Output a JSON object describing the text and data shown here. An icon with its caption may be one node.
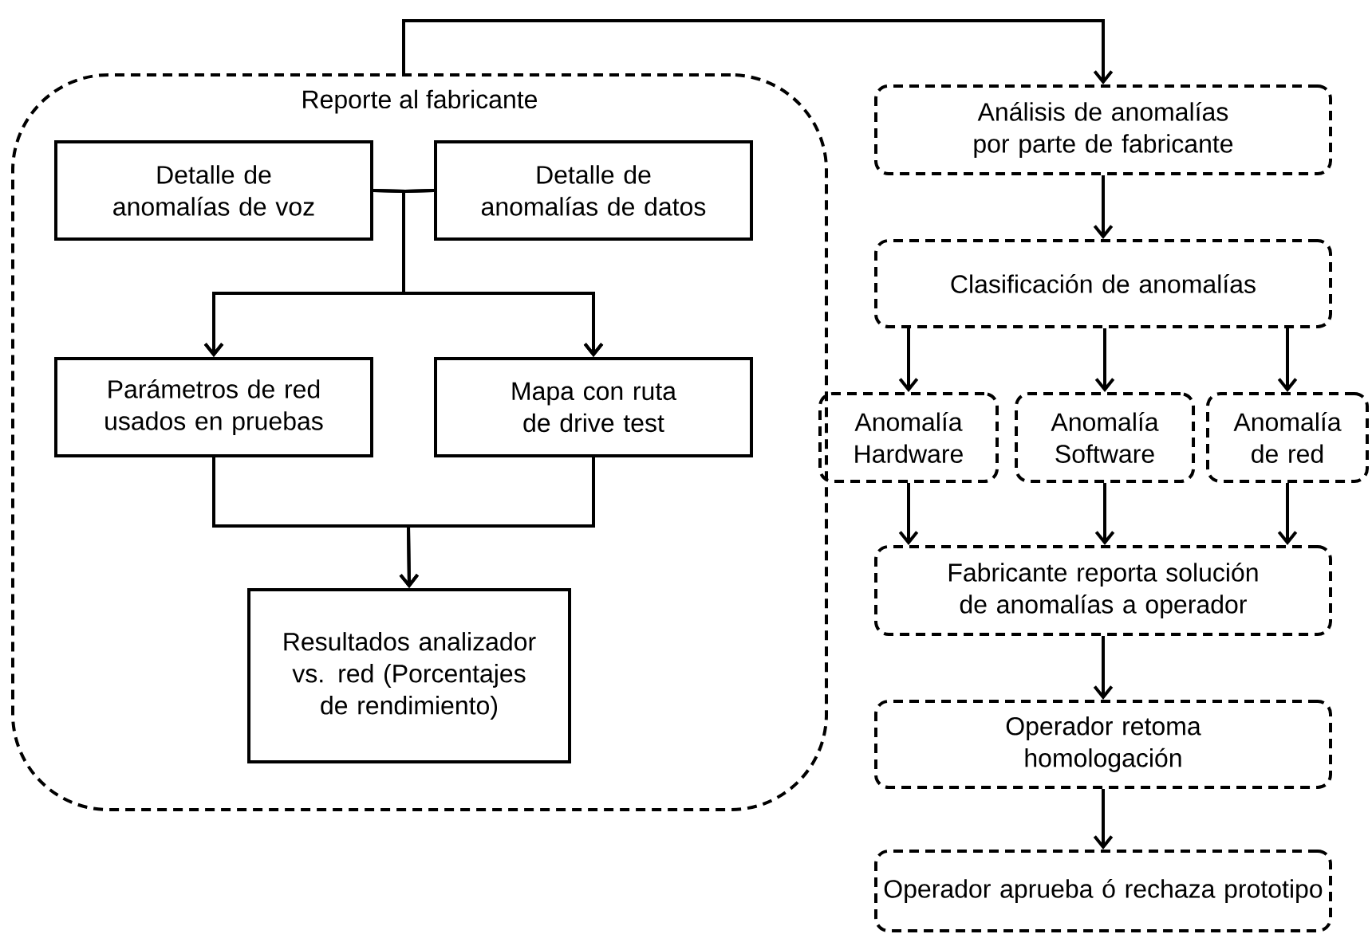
{
  "diagram": {
    "nodes": [
      {
        "text": [
          "Reporte al fabricante"
        ]
      },
      {
        "text": [
          "Detalle de anomalías de voz"
        ],
        "in": 0
      },
      {
        "text": [
          "Detalle de anomalías de datos"
        ],
        "in": 0
      },
      {
        "text": [
          "Parámetros de red usados en pruebas"
        ],
        "in": 0
      },
      {
        "text": [
          "Mapa con ruta de drive test"
        ],
        "in": 0
      },
      {
        "text": [
          "Resultados analizador vs. red (Porcentajes de rendimiento)"
        ],
        "in": 0
      },
      {
        "text": [
          "Análisis de anomalías por parte de fabricante"
        ]
      },
      {
        "text": [
          "Clasificación de anomalías"
        ]
      },
      {
        "text": [
          "Anomalía Hardware"
        ]
      },
      {
        "text": [
          "Anomalía Software"
        ]
      },
      {
        "text": [
          "Anomalía de red"
        ]
      },
      {
        "text": [
          "Fabricante reporta solución de anomalías a operador"
        ]
      },
      {
        "text": [
          "Operador retoma homologación"
        ]
      },
      {
        "text": [
          "Operador aprueba ó rechaza prototipo"
        ]
      }
    ],
    "edges": [
      {
        "from": 1,
        "to": 3,
        "arrow": "to"
      },
      {
        "from": 1,
        "to": 4,
        "arrow": "to"
      },
      {
        "from": 2,
        "to": 3,
        "arrow": "to"
      },
      {
        "from": 2,
        "to": 4,
        "arrow": "to"
      },
      {
        "from": 3,
        "to": 5,
        "arrow": "to"
      },
      {
        "from": 4,
        "to": 5,
        "arrow": "to"
      },
      {
        "from": 0,
        "to": 6,
        "arrow": "to"
      },
      {
        "from": 6,
        "to": 7,
        "arrow": "to"
      },
      {
        "from": 7,
        "to": 8,
        "arrow": "to"
      },
      {
        "from": 7,
        "to": 9,
        "arrow": "to"
      },
      {
        "from": 7,
        "to": 10,
        "arrow": "to"
      },
      {
        "from": 8,
        "to": 11,
        "arrow": "to"
      },
      {
        "from": 9,
        "to": 11,
        "arrow": "to"
      },
      {
        "from": 10,
        "to": 11,
        "arrow": "to"
      },
      {
        "from": 11,
        "to": 12,
        "arrow": "to"
      },
      {
        "from": 12,
        "to": 13,
        "arrow": "to"
      }
    ]
  }
}
